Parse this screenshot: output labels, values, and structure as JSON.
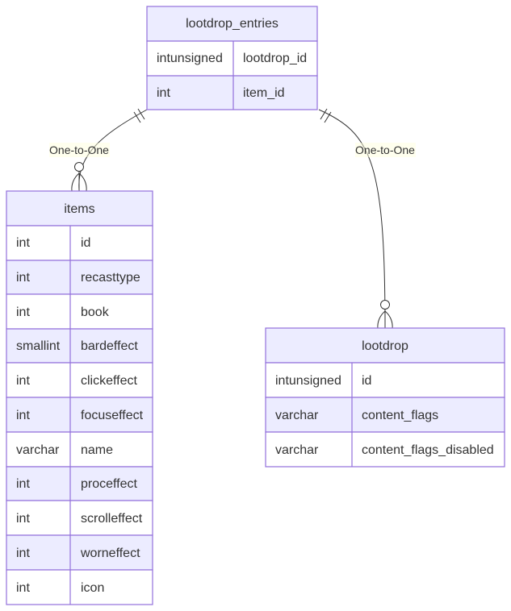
{
  "entities": [
    {
      "id": "lootdrop_entries",
      "name": "lootdrop_entries",
      "attributes": [
        {
          "type": "intunsigned",
          "name": "lootdrop_id"
        },
        {
          "type": "int",
          "name": "item_id"
        }
      ]
    },
    {
      "id": "items",
      "name": "items",
      "attributes": [
        {
          "type": "int",
          "name": "id"
        },
        {
          "type": "int",
          "name": "recasttype"
        },
        {
          "type": "int",
          "name": "book"
        },
        {
          "type": "smallint",
          "name": "bardeffect"
        },
        {
          "type": "int",
          "name": "clickeffect"
        },
        {
          "type": "int",
          "name": "focuseffect"
        },
        {
          "type": "varchar",
          "name": "name"
        },
        {
          "type": "int",
          "name": "proceffect"
        },
        {
          "type": "int",
          "name": "scrolleffect"
        },
        {
          "type": "int",
          "name": "worneffect"
        },
        {
          "type": "int",
          "name": "icon"
        }
      ]
    },
    {
      "id": "lootdrop",
      "name": "lootdrop",
      "attributes": [
        {
          "type": "intunsigned",
          "name": "id"
        },
        {
          "type": "varchar",
          "name": "content_flags"
        },
        {
          "type": "varchar",
          "name": "content_flags_disabled"
        }
      ]
    }
  ],
  "relationships": [
    {
      "from": "lootdrop_entries",
      "to": "items",
      "label": "One-to-One",
      "from_cardinality": "exactly-one",
      "to_cardinality": "zero-or-more"
    },
    {
      "from": "lootdrop_entries",
      "to": "lootdrop",
      "label": "One-to-One",
      "from_cardinality": "exactly-one",
      "to_cardinality": "zero-or-more"
    }
  ],
  "colors": {
    "border": "#9370DB",
    "header_fill": "#ECECFF",
    "row_odd_fill": "#ffffff",
    "row_even_fill": "#ECECFF",
    "line": "#333333",
    "label_bg": "#ffffdd",
    "text": "#333333"
  }
}
